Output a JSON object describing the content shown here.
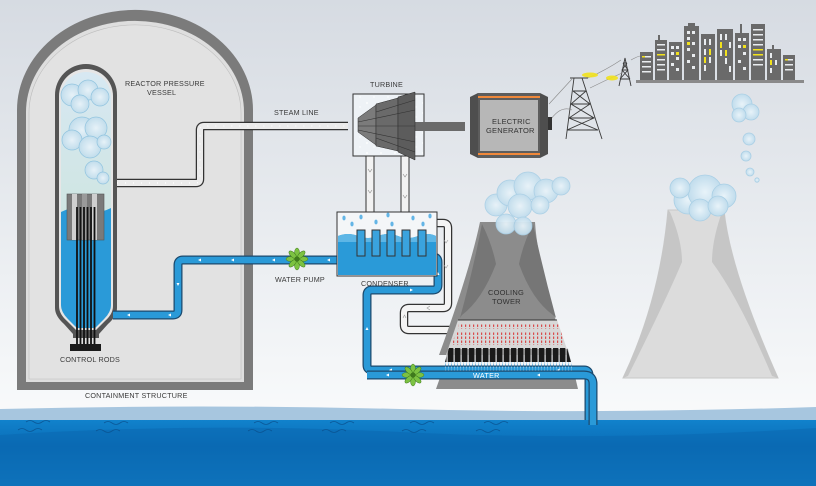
{
  "diagram": {
    "title": "Nuclear power plant (boiling water reactor) schematic",
    "labels": {
      "reactor_pressure_vessel_line1": "REACTOR PRESSURE",
      "reactor_pressure_vessel_line2": "VESSEL",
      "steam_line": "STEAM LINE",
      "turbine": "TURBINE",
      "electric_generator_line1": "ELECTRIC",
      "electric_generator_line2": "GENERATOR",
      "water_pump": "WATER PUMP",
      "condenser": "CONDENSER",
      "cooling_tower_line1": "COOLING",
      "cooling_tower_line2": "TOWER",
      "water": "WATER",
      "control_rods": "CONTROL RODS",
      "containment_structure": "CONTAINMENT STRUCTURE"
    },
    "components": [
      {
        "id": "containment-structure",
        "label": "CONTAINMENT STRUCTURE"
      },
      {
        "id": "reactor-pressure-vessel",
        "label": "REACTOR PRESSURE VESSEL"
      },
      {
        "id": "control-rods",
        "label": "CONTROL RODS"
      },
      {
        "id": "steam-line",
        "label": "STEAM LINE"
      },
      {
        "id": "turbine",
        "label": "TURBINE"
      },
      {
        "id": "electric-generator",
        "label": "ELECTRIC GENERATOR"
      },
      {
        "id": "condenser",
        "label": "CONDENSER"
      },
      {
        "id": "water-pump",
        "label": "WATER PUMP"
      },
      {
        "id": "cooling-tower",
        "label": "COOLING TOWER"
      },
      {
        "id": "water",
        "label": "WATER"
      },
      {
        "id": "transmission-towers",
        "label": ""
      },
      {
        "id": "city",
        "label": ""
      }
    ],
    "colors": {
      "sky_top": "#d8dde4",
      "sky_bottom": "#fafbfc",
      "containment_wall": "#7a7a7a",
      "containment_fill": "#dcdcdc",
      "water_blue": "#2a9ad8",
      "sea_dark": "#0a6fb8",
      "sea_light": "#a9c9e2",
      "pump_green": "#7cc242",
      "generator_orange": "#f0883a",
      "generator_gray": "#5a5a5a",
      "city_gray": "#6a6a6a",
      "window_yellow": "#f2e21c",
      "cooling_red_dots": "#d84a4a",
      "steam_cloud": "#cfe4f0"
    }
  }
}
